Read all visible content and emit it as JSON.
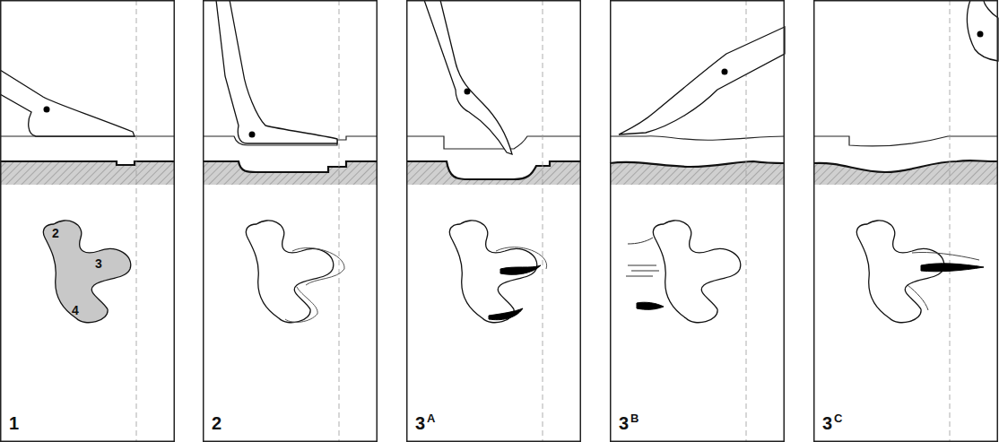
{
  "diagram": {
    "labels": [
      "2",
      "3",
      "4",
      "1",
      "2",
      "3",
      "A",
      "3",
      "B",
      "3",
      "C"
    ]
  }
}
